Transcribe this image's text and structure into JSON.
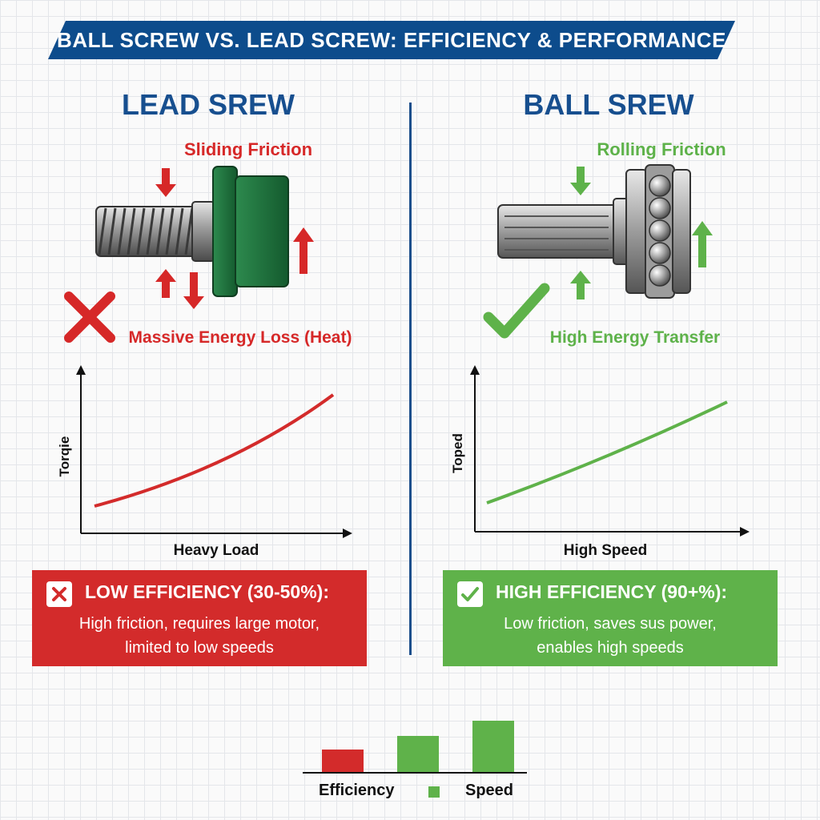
{
  "banner": {
    "title": "BALL SCREW VS. LEAD SCREW: EFFICIENCY & PERFORMANCE"
  },
  "lead": {
    "heading": "LEAD SREW",
    "friction_label": "Sliding Friction",
    "loss_label": "Massive Energy Loss (Heat)",
    "chart": {
      "ylabel": "Torqie",
      "xlabel": "Heavy Load"
    },
    "box": {
      "title": "LOW EFFICIENCY (30-50%):",
      "line1": "High friction, requires large motor,",
      "line2": "limited to low speeds"
    }
  },
  "ball": {
    "heading": "BALL SREW",
    "friction_label": "Rolling Friction",
    "transfer_label": "High Energy Transfer",
    "chart": {
      "ylabel": "Toped",
      "xlabel": "High Speed"
    },
    "box": {
      "title": "HIGH EFFICIENCY (90+%):",
      "line1": "Low friction, saves sus power,",
      "line2": "enables high speeds"
    }
  },
  "legend": {
    "efficiency": "Efficiency",
    "speed": "Speed"
  },
  "colors": {
    "navy": "#0d4c8c",
    "red": "#d32b2b",
    "green": "#5fb24a",
    "nut_green": "#1f6b3a"
  },
  "icons": {
    "lead_status": "x-mark-icon",
    "ball_status": "check-mark-icon"
  }
}
